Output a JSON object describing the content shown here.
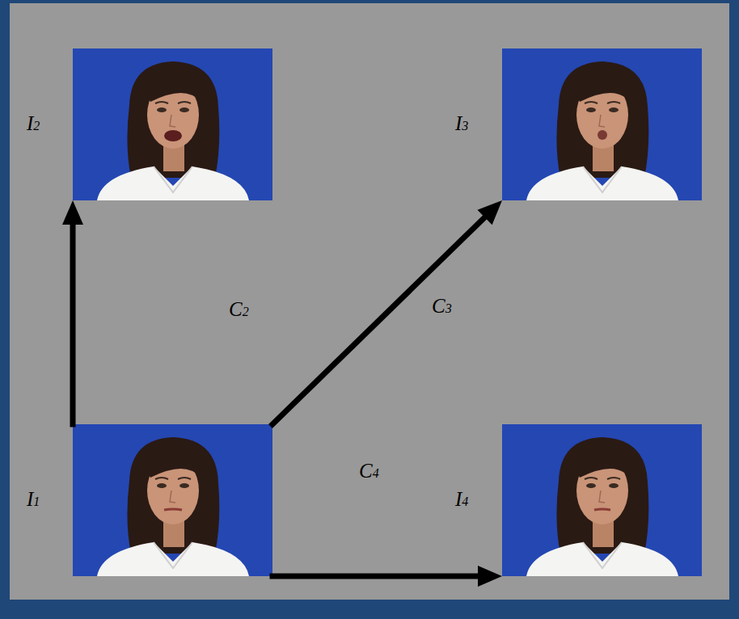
{
  "diagram": {
    "nodes": [
      {
        "text": [
          "I2"
        ]
      },
      {
        "text": [
          "I3"
        ]
      },
      {
        "text": [
          "I1"
        ]
      },
      {
        "text": [
          "I4"
        ]
      }
    ],
    "edges": [
      {
        "from": 2,
        "to": 0,
        "arrow": "to",
        "label": "C2"
      },
      {
        "from": 2,
        "to": 1,
        "arrow": "to",
        "label": "C3"
      },
      {
        "from": 2,
        "to": 3,
        "arrow": "to",
        "label": "C4"
      }
    ]
  }
}
